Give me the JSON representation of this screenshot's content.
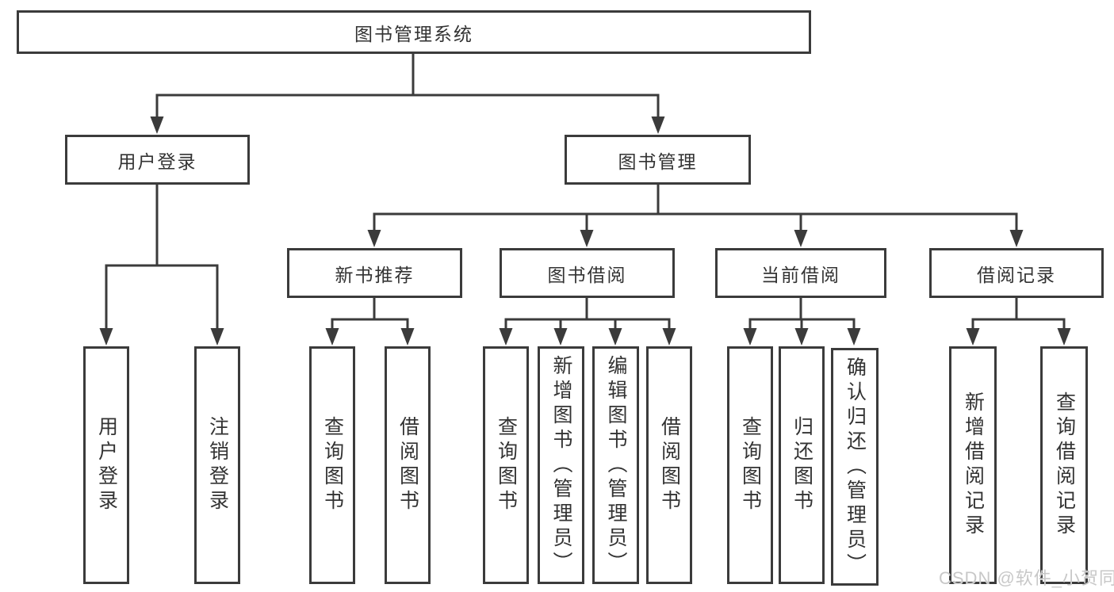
{
  "watermark": {
    "text": "CSDN @软件_小贺同学"
  },
  "colors": {
    "line": "#3b3b3b",
    "text": "#333333",
    "watermark": "#c8c8c8",
    "background": "#ffffff"
  },
  "diagram": {
    "root": {
      "label": "图书管理系统"
    },
    "branches": [
      {
        "label": "用户登录",
        "children": [
          {
            "label": "用户登录"
          },
          {
            "label": "注销登录"
          }
        ]
      },
      {
        "label": "图书管理",
        "sections": [
          {
            "label": "新书推荐",
            "children": [
              {
                "label": "查询图书"
              },
              {
                "label": "借阅图书"
              }
            ]
          },
          {
            "label": "图书借阅",
            "children": [
              {
                "label": "查询图书"
              },
              {
                "label": "新增图书（管理员）"
              },
              {
                "label": "编辑图书（管理员）"
              },
              {
                "label": "借阅图书"
              }
            ]
          },
          {
            "label": "当前借阅",
            "children": [
              {
                "label": "查询图书"
              },
              {
                "label": "归还图书"
              },
              {
                "label": "确认归还（管理员）"
              }
            ]
          },
          {
            "label": "借阅记录",
            "children": [
              {
                "label": "新增借阅记录"
              },
              {
                "label": "查询借阅记录"
              }
            ]
          }
        ]
      }
    ]
  }
}
